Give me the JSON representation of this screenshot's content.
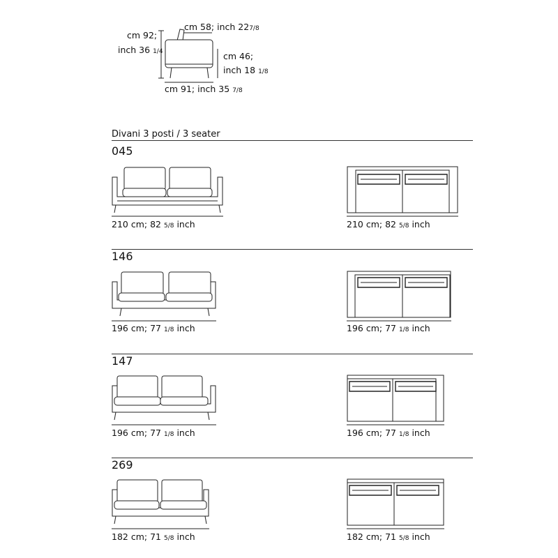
{
  "side_view": {
    "height_cm": "cm 92;",
    "height_inch": "inch 36",
    "height_frac": "1/4",
    "depth_cm": "cm 58;",
    "depth_inch": "inch 22",
    "depth_frac": "7/8",
    "seat_cm": "cm 46;",
    "seat_inch": "inch 18",
    "seat_frac": "1/8",
    "width_cm": "cm 91;",
    "width_inch": "inch 35",
    "width_frac": "7/8"
  },
  "section_title": "Divani 3 posti / 3 seater",
  "models": [
    {
      "code": "045",
      "front_label": "210 cm; 82",
      "front_frac": "5/8",
      "front_unit": "inch",
      "top_label": "210 cm; 82",
      "top_frac": "5/8",
      "top_unit": "inch"
    },
    {
      "code": "146",
      "front_label": "196 cm; 77",
      "front_frac": "1/8",
      "front_unit": "inch",
      "top_label": "196 cm; 77",
      "top_frac": "1/8",
      "top_unit": "inch"
    },
    {
      "code": "147",
      "front_label": "196 cm; 77",
      "front_frac": "1/8",
      "front_unit": "inch",
      "top_label": "196 cm; 77",
      "top_frac": "1/8",
      "top_unit": "inch"
    },
    {
      "code": "269",
      "front_label": "182 cm; 71",
      "front_frac": "5/8",
      "front_unit": "inch",
      "top_label": "182 cm; 71",
      "top_frac": "5/8",
      "top_unit": "inch"
    }
  ]
}
